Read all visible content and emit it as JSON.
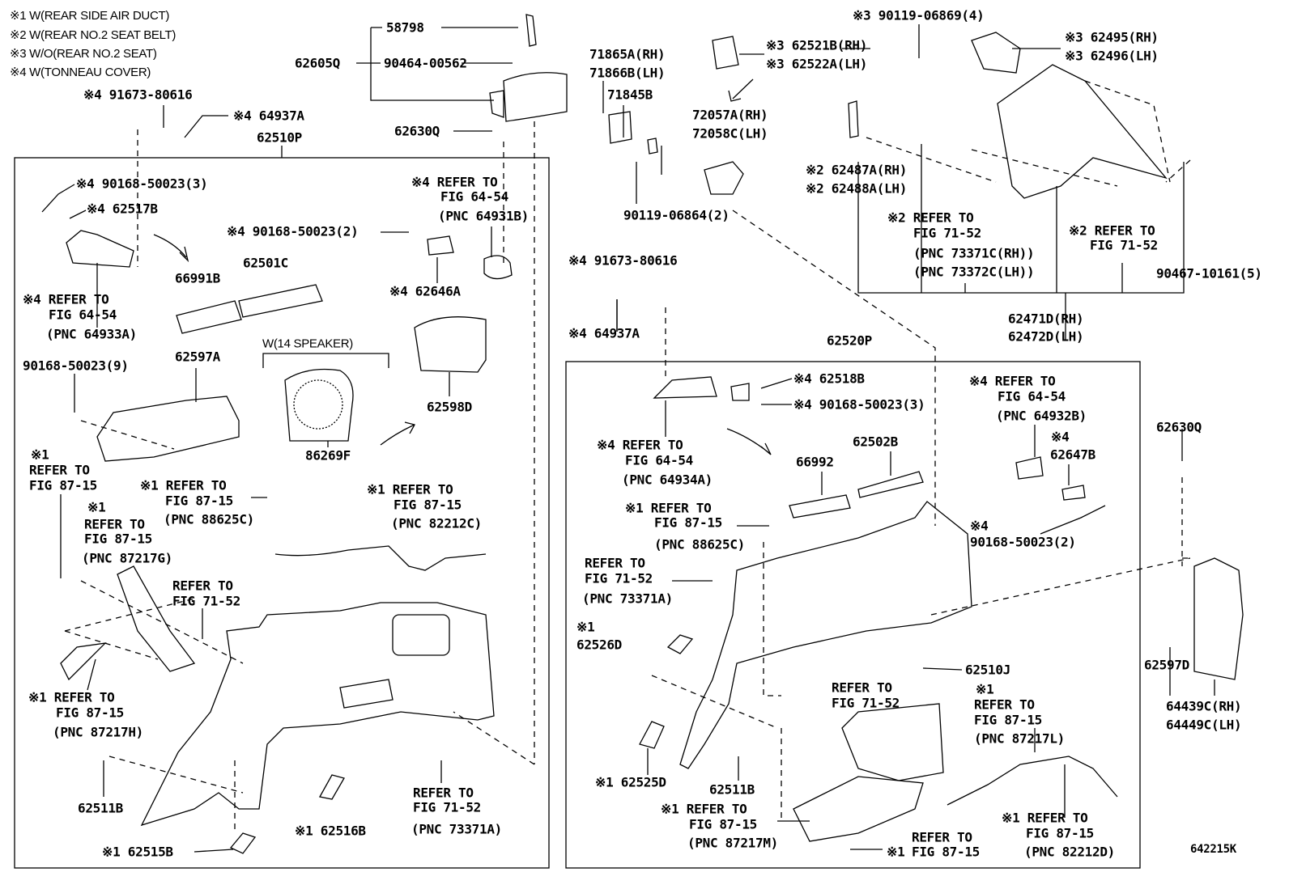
{
  "legend": [
    "※1 W(REAR SIDE AIR DUCT)",
    "※2 W(REAR NO.2 SEAT BELT)",
    "※3 W/O(REAR NO.2 SEAT)",
    "※4 W(TONNEAU COVER)"
  ],
  "speaker_group_label": "W(14 SPEAKER)",
  "illustration_id": "642215K",
  "labels": [
    "58798",
    "62605Q",
    "90464-00562",
    "※4 91673-80616",
    "※4 64937A",
    "62510P",
    "62630Q",
    "※4 90168-50023(3)",
    "※4 REFER TO",
    "FIG 64-54",
    "(PNC 64931B)",
    "※4 62517B",
    "※4 90168-50023(2)",
    "66991B",
    "62501C",
    "※4 62646A",
    "※4 REFER TO",
    "FIG 64-54",
    "(PNC 64933A)",
    "62597A",
    "90168-50023(9)",
    "62598D",
    "86269F",
    "※1",
    "REFER TO",
    "FIG 87-15",
    "※1 REFER TO",
    "FIG 87-15",
    "(PNC 88625C)",
    "※1 REFER TO",
    "FIG 87-15",
    "(PNC 82212C)",
    "※1",
    "REFER TO",
    "FIG 87-15",
    "(PNC 87217G)",
    "REFER TO",
    "FIG 71-52",
    "※1 REFER TO",
    "FIG 87-15",
    "(PNC 87217H)",
    "REFER TO",
    "FIG 71-52",
    "(PNC 73371A)",
    "62511B",
    "※1 62516B",
    "※1 62515B",
    "※3 90119-06869(4)",
    "※3 62521B(RH)",
    "※3 62522A(LH)",
    "71865A(RH)",
    "71866B(LH)",
    "※3 62495(RH)",
    "※3 62496(LH)",
    "71845B",
    "72057A(RH)",
    "72058C(LH)",
    "※2 62487A(RH)",
    "※2 62488A(LH)",
    "90119-06864(2)",
    "※2 REFER TO",
    "FIG 71-52",
    "(PNC 73371C(RH))",
    "(PNC 73372C(LH))",
    "※2 REFER TO",
    "FIG 71-52",
    "90467-10161(5)",
    "※4 91673-80616",
    "62471D(RH)",
    "62472D(LH)",
    "※4 64937A",
    "62520P",
    "※4 62518B",
    "※4 90168-50023(3)",
    "※4 REFER TO",
    "FIG 64-54",
    "(PNC 64932B)",
    "62630Q",
    "※4 REFER TO",
    "FIG 64-54",
    "(PNC 64934A)",
    "62502B",
    "66992",
    "※4",
    "62647B",
    "※1 REFER TO",
    "FIG 87-15",
    "(PNC 88625C)",
    "※4",
    "90168-50023(2)",
    "REFER TO",
    "FIG 71-52",
    "(PNC 73371A)",
    "※1",
    "62526D",
    "62597D",
    "62510J",
    "REFER TO",
    "FIG 71-52",
    "※1",
    "REFER TO",
    "FIG 87-15",
    "(PNC 87217L)",
    "64439C(RH)",
    "64449C(LH)",
    "※1 62525D",
    "62511B",
    "※1 REFER TO",
    "FIG 87-15",
    "(PNC 87217M)",
    "※1 REFER TO",
    "FIG 87-15",
    "(PNC 82212D)",
    "REFER TO",
    "※1",
    "FIG 87-15"
  ]
}
